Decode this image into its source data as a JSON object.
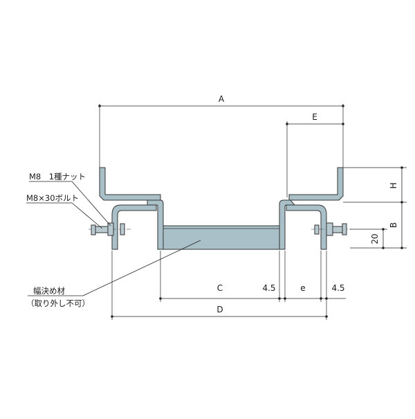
{
  "dimensions": {
    "A": "A",
    "E": "E",
    "H": "H",
    "B": "B",
    "v20": "20",
    "C": "C",
    "gap1": "4.5",
    "e": "e",
    "gap2": "4.5",
    "D": "D"
  },
  "labels": {
    "nut": "M8　1種ナット",
    "bolt": "M8×30ボルト",
    "spacer_line1": "幅決め材",
    "spacer_line2": "（取り外し不可）"
  }
}
